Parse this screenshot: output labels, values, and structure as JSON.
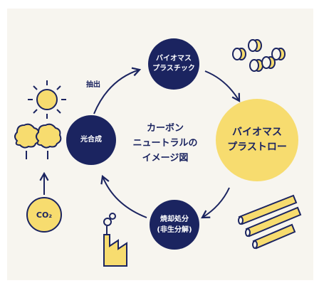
{
  "colors": {
    "navy": "#1b2460",
    "yellow": "#f7dc6f",
    "background": "#f7f5ef"
  },
  "center": {
    "title": "カーボン\nニュートラルの\nイメージ図"
  },
  "nodes": {
    "bio_plastic": "バイオマス\nプラスチック",
    "bio_straw": "バイオマス\nプラストロー",
    "incineration": "焼却処分\n(非生分解)",
    "photosynthesis": "光合成"
  },
  "labels": {
    "extraction": "抽出",
    "co2": "CO₂"
  },
  "icons": [
    "sun-icon",
    "trees-icon",
    "co2-bubble-icon",
    "factory-icon",
    "pellets-icon",
    "straws-icon"
  ]
}
